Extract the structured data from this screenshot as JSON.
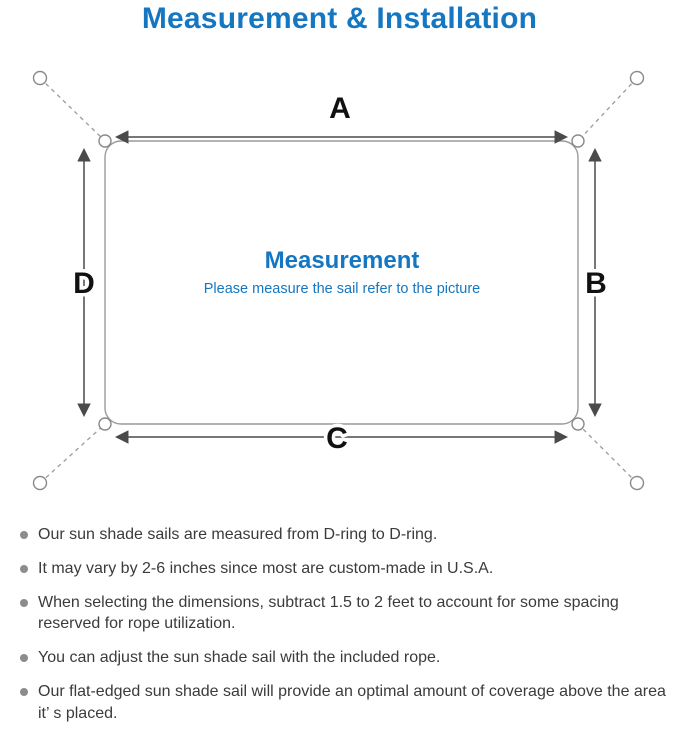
{
  "title": "Measurement & Installation",
  "diagram": {
    "labels": {
      "a": "A",
      "b": "B",
      "c": "C",
      "d": "D"
    },
    "center_title": "Measurement",
    "center_subtitle": "Please measure the sail refer to the picture"
  },
  "bullets": [
    "Our sun shade sails are measured from D-ring to D-ring.",
    "It may vary by 2-6 inches since most are custom-made in U.S.A.",
    "When selecting the dimensions, subtract 1.5 to 2 feet to account for some spacing reserved for rope utilization.",
    "You can adjust the sun shade sail with the included rope.",
    "Our flat-edged sun shade sail will provide an optimal amount of coverage above the area it’ s placed."
  ],
  "colors": {
    "accent_blue": "#1577c1",
    "dimension_label": "#111111",
    "outline_gray": "#9a9a9a",
    "arrow_gray": "#4a4a4a",
    "note_text": "#3b3b3b",
    "bullet_dot": "#8c8c8c"
  }
}
